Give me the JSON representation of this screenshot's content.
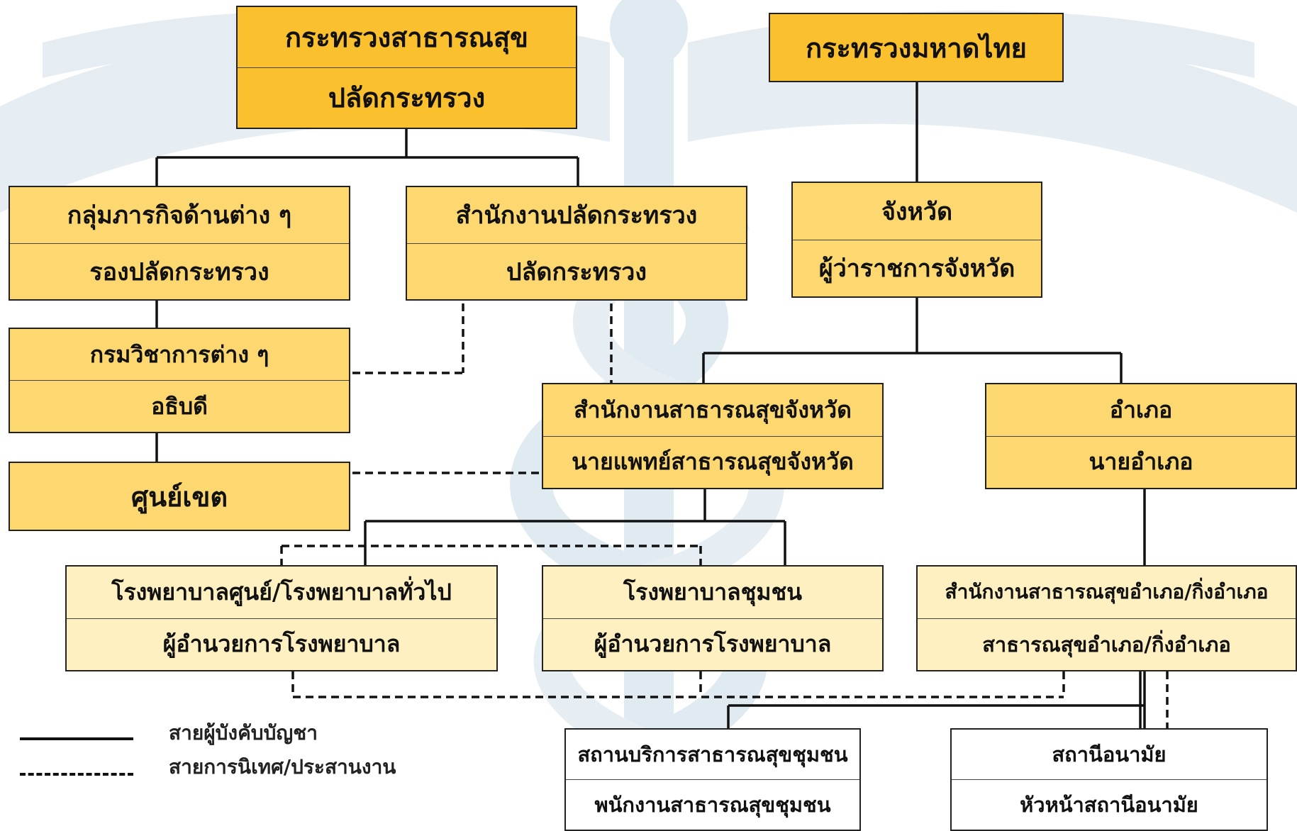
{
  "org_chart": {
    "moph": {
      "title": "กระทรวงสาธารณสุข",
      "head": "ปลัดกระทรวง"
    },
    "moi": {
      "title": "กระทรวงมหาดไทย"
    },
    "mission_groups": {
      "title": "กลุ่มภารกิจด้านต่าง ๆ",
      "head": "รองปลัดกระทรวง"
    },
    "ops": {
      "title": "สำนักงานปลัดกระทรวง",
      "head": "ปลัดกระทรวง"
    },
    "province": {
      "title": "จังหวัด",
      "head": "ผู้ว่าราชการจังหวัด"
    },
    "departments": {
      "title": "กรมวิชาการต่าง ๆ",
      "head": "อธิบดี"
    },
    "regional_center": {
      "title": "ศูนย์เขต"
    },
    "pho": {
      "title": "สำนักงานสาธารณสุขจังหวัด",
      "head": "นายแพทย์สาธารณสุขจังหวัด"
    },
    "district": {
      "title": "อำเภอ",
      "head": "นายอำเภอ"
    },
    "regional_hospital": {
      "title": "โรงพยาบาลศูนย์/โรงพยาบาลทั่วไป",
      "head": "ผู้อำนวยการโรงพยาบาล"
    },
    "community_hospital": {
      "title": "โรงพยาบาลชุมชน",
      "head": "ผู้อำนวยการโรงพยาบาล"
    },
    "dho": {
      "title": "สำนักงานสาธารณสุขอำเภอ/กิ่งอำเภอ",
      "head": "สาธารณสุขอำเภอ/กิ่งอำเภอ"
    },
    "community_health_service": {
      "title": "สถานบริการสาธารณสุขชุมชน",
      "head": "พนักงานสาธารณสุขชุมชน"
    },
    "health_station": {
      "title": "สถานีอนามัย",
      "head": "หัวหน้าสถานีอนามัย"
    }
  },
  "legend": {
    "solid_label": "สายผู้บังคับบัญชา",
    "dashed_label": "สายการนิเทศ/ประสานงาน"
  },
  "colors": {
    "orange": "#fbc02d",
    "yellow": "#fdd870",
    "cream": "#fff0c2",
    "white": "#ffffff",
    "watermark": "#c9dbe6"
  }
}
